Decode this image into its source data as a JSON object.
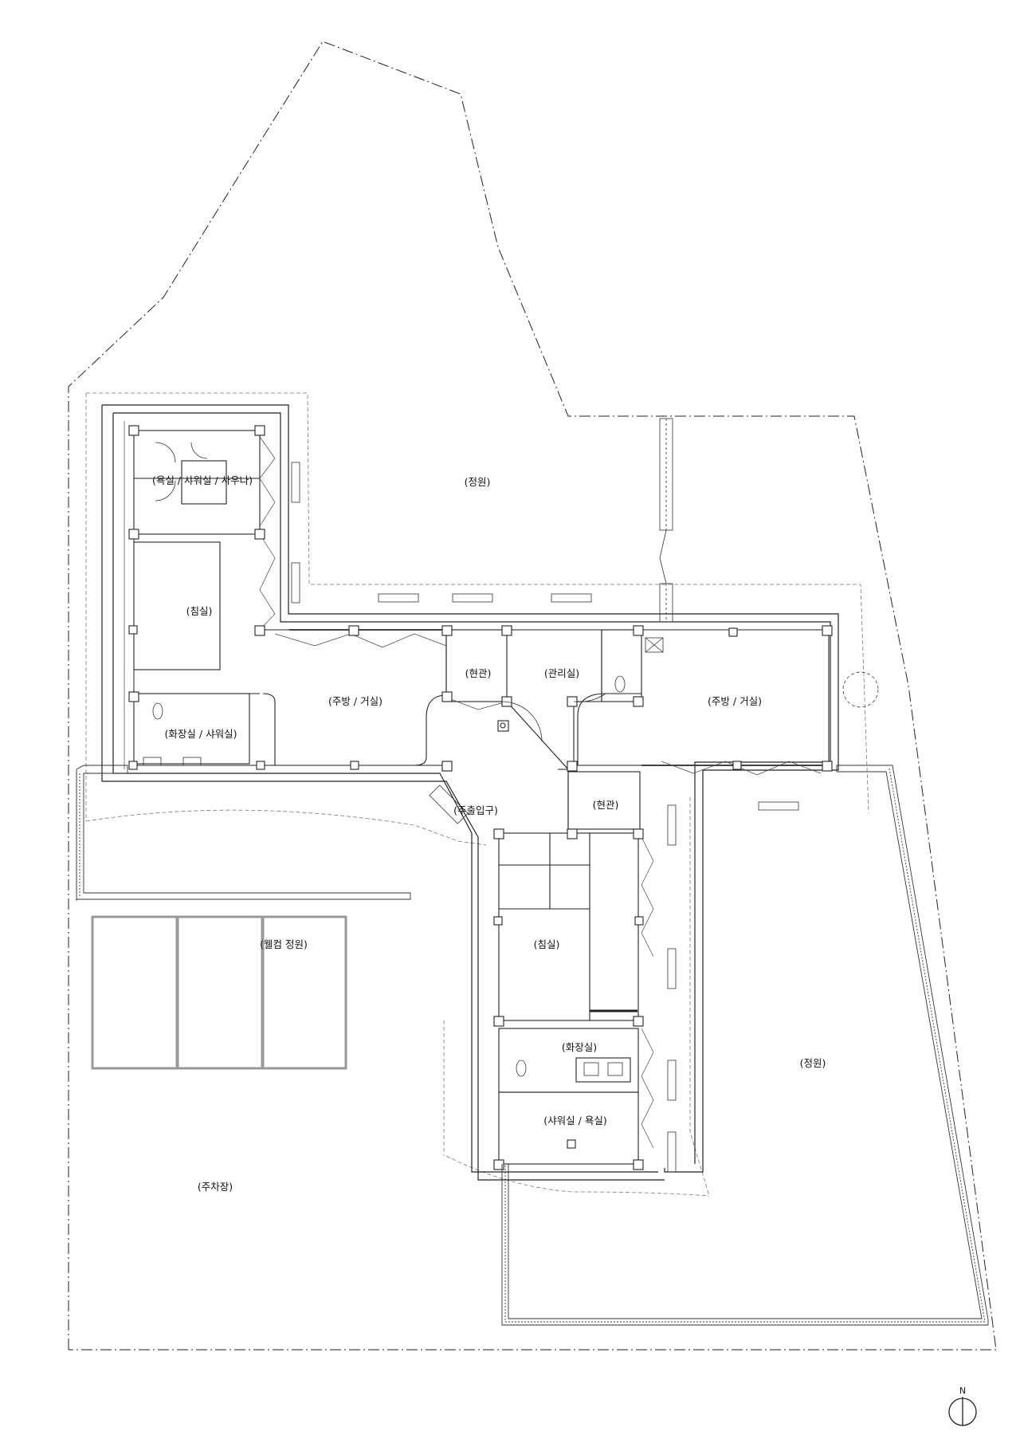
{
  "rooms": {
    "garden_north": "(정원)",
    "bath_shower_sauna": "(욕실 / 샤워실 / 사우나)",
    "bedroom_west": "(침실)",
    "powder_shower_west": "(화장실 / 샤워실)",
    "kitchen_living_west": "(주방 / 거실)",
    "entrance_west": "(현관)",
    "management_room": "(관리실)",
    "kitchen_living_east": "(주방 / 거실)",
    "main_entrance": "(주출입구)",
    "entrance_center": "(현관)",
    "welcome_garden": "(웰컴 정원)",
    "bedroom_south": "(침실)",
    "powder_room_south": "(화장실)",
    "shower_bath_south": "(샤워실 / 욕실)",
    "garden_east": "(정원)",
    "parking": "(주차장)"
  },
  "compass": {
    "label": "N",
    "icon": "north-arrow-icon"
  }
}
